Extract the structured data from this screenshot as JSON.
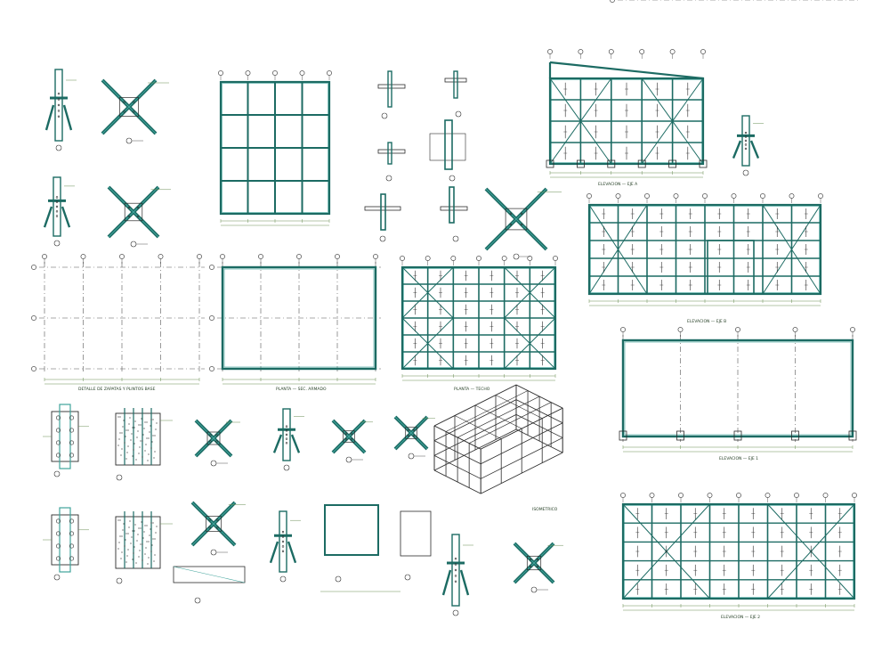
{
  "sheet": {
    "background": "#ffffff",
    "colors": {
      "steel": "#1c6b63",
      "steel_light": "#3fa39b",
      "line": "#2b2b2b",
      "dim": "#6a8f55"
    }
  },
  "views": {
    "foundation_plan_title": "DETALLE DE ZAPATAS Y PLINTOS BASE",
    "floor_plan_title": "PLANTA — SEC. ARMADO",
    "roof_plan_title": "PLANTA — TECHO",
    "elevation_a_title": "ELEVACION — EJE A",
    "elevation_b_title": "ELEVACION — EJE B",
    "elevation_1_title": "ELEVACION — EJE 1",
    "elevation_2_title": "ELEVACION — EJE 2",
    "iso_title": "ISOMETRICO"
  },
  "icons": [
    "detail-callout-icon",
    "grid-bubble-icon",
    "section-marker-icon"
  ]
}
